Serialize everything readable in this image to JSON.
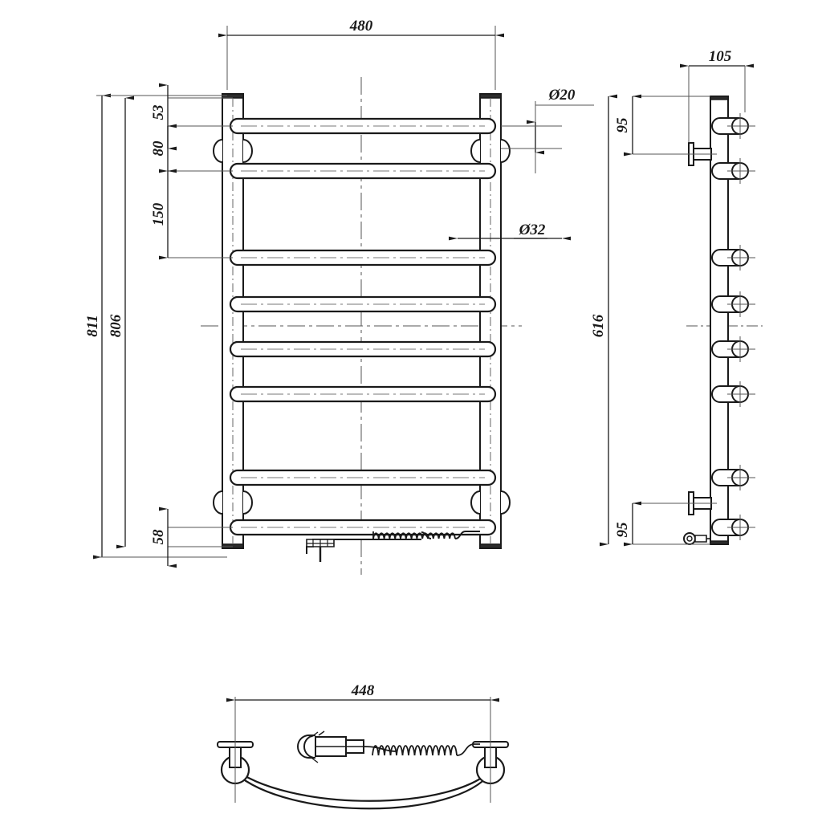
{
  "drawing": {
    "title": "Heated towel rail technical drawing",
    "line_color": "#1a1a1a",
    "thin_line_color": "#555555",
    "background": "#ffffff",
    "units": "mm"
  },
  "views": {
    "front": {
      "name": "front-elevation-view",
      "rung_count": 8,
      "cable_label": "power-cord-with-plug"
    },
    "side": {
      "name": "side-elevation-view",
      "bracket_count": 2,
      "rung_count": 8
    },
    "top": {
      "name": "top-plan-view",
      "curved": true
    }
  },
  "dimensions": {
    "front_width": "480",
    "diameter_pipe_small": "Ø20",
    "diameter_rung": "Ø32",
    "overall_height": "811",
    "body_height": "806",
    "top_gap_1": "53",
    "top_gap_2": "80",
    "top_gap_3": "150",
    "bottom_gap": "58",
    "side_depth": "105",
    "bracket_top_offset": "95",
    "bracket_span": "616",
    "bracket_bottom_offset": "95",
    "top_view_width": "448"
  }
}
